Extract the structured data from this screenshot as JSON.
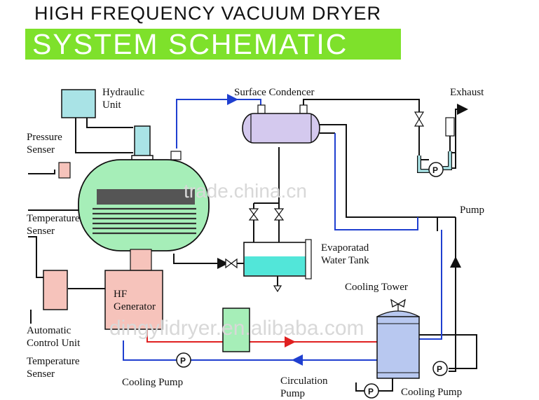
{
  "title": {
    "line1": "HIGH FREQUENCY VACUUM DRYER",
    "line2": "SYSTEM SCHEMATIC"
  },
  "labels": {
    "hydraulic_unit_1": "Hydraulic",
    "hydraulic_unit_2": "Unit",
    "pressure_sensor_1": "Pressure",
    "pressure_sensor_2": "Senser",
    "temperature_sensor_top_1": "Temperature",
    "temperature_sensor_top_2": "Senser",
    "surface_condenser": "Surface Condencer",
    "exhaust": "Exhaust",
    "pump": "Pump",
    "evaporated_tank_1": "Evaporatad",
    "evaporated_tank_2": "Water Tank",
    "hf_generator_1": "HF",
    "hf_generator_2": "Generator",
    "cooling_tower": "Cooling Tower",
    "automatic_control_1": "Automatic",
    "automatic_control_2": "Control Unit",
    "temperature_sensor_bottom_1": "Temperature",
    "temperature_sensor_bottom_2": "Senser",
    "cooling_pump_left": "Cooling Pump",
    "circulation_pump_1": "Circulation",
    "circulation_pump_2": "Pump",
    "cooling_pump_right": "Cooling Pump",
    "pump_symbol": "P"
  },
  "watermarks": {
    "center": "trade.china.cn",
    "bottom": "dingylidryer.en.alibaba.com"
  },
  "colors": {
    "title_band": "#7ee12b",
    "hydraulic_fill": "#a9e3e6",
    "vessel_fill": "#a6eeb8",
    "condenser_fill": "#d4c9ee",
    "generator_fill": "#f6c3bb",
    "tower_fill": "#b8c8f0",
    "water": "#52e6d9",
    "pipe_blue": "#1f3fd0",
    "pipe_red": "#e02020",
    "pipe_black": "#111111"
  }
}
